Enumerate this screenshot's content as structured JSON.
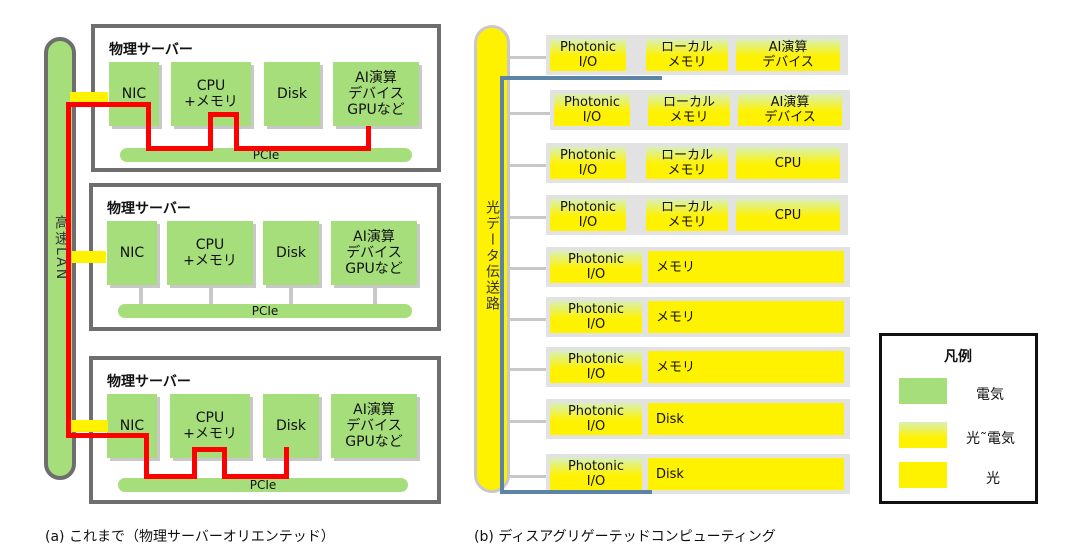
{
  "left": {
    "caption": "(a) これまで（物理サーバーオリエンテッド）",
    "lan_label": "高速LAN",
    "servers": [
      {
        "title": "物理サーバー",
        "nic": "NIC",
        "cpu": "CPU\n+メモリ",
        "disk": "Disk",
        "ai": "AI演算\nデバイス\nGPUなど",
        "pcie": "PCIe"
      },
      {
        "title": "物理サーバー",
        "nic": "NIC",
        "cpu": "CPU\n+メモリ",
        "disk": "Disk",
        "ai": "AI演算\nデバイス\nGPUなど",
        "pcie": "PCIe"
      },
      {
        "title": "物理サーバー",
        "nic": "NIC",
        "cpu": "CPU\n+メモリ",
        "disk": "Disk",
        "ai": "AI演算\nデバイス\nGPUなど",
        "pcie": "PCIe"
      }
    ]
  },
  "right": {
    "caption": "(b) ディスアグリゲーテッドコンピューティング",
    "path_label": "光データ伝送路",
    "rows": [
      {
        "photonic": "Photonic\nI/O",
        "mem": "ローカル\nメモリ",
        "dev": "AI演算\nデバイス"
      },
      {
        "photonic": "Photonic\nI/O",
        "mem": "ローカル\nメモリ",
        "dev": "AI演算\nデバイス"
      },
      {
        "photonic": "Photonic\nI/O",
        "mem": "ローカル\nメモリ",
        "dev": "CPU"
      },
      {
        "photonic": "Photonic\nI/O",
        "mem": "ローカル\nメモリ",
        "dev": "CPU"
      },
      {
        "photonic": "Photonic\nI/O",
        "dev": "メモリ"
      },
      {
        "photonic": "Photonic\nI/O",
        "dev": "メモリ"
      },
      {
        "photonic": "Photonic\nI/O",
        "dev": "メモリ"
      },
      {
        "photonic": "Photonic\nI/O",
        "dev": "Disk"
      },
      {
        "photonic": "Photonic\nI/O",
        "dev": "Disk"
      }
    ]
  },
  "legend": {
    "title": "凡例",
    "items": [
      {
        "label": "電気",
        "kind": "electric"
      },
      {
        "label": "光˜電気",
        "kind": "mixed"
      },
      {
        "label": "光",
        "kind": "optical"
      }
    ]
  },
  "colors": {
    "electric": "#a6de7c",
    "optical": "#fff200",
    "wire": "#ff0000",
    "path": "#5b84a6"
  }
}
